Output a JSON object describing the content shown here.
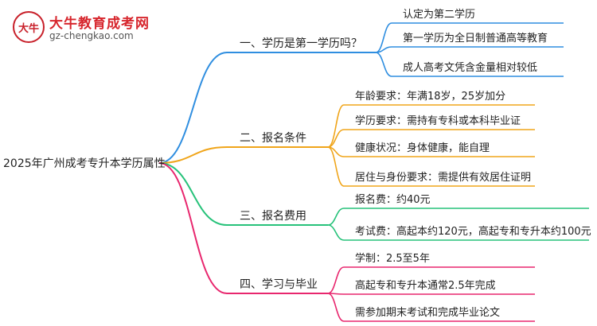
{
  "logo": {
    "mark": "大牛",
    "name": "大牛教育成考网",
    "domain": "gz-chengkao.com"
  },
  "root": "2025年广州成考专升本学历属性",
  "branches": [
    {
      "label": "一、学历是第一学历吗？",
      "color": "#2f8ee0",
      "leaves": [
        "认定为第二学历",
        "第一学历为全日制普通高等教育",
        "成人高考文凭含金量相对较低"
      ]
    },
    {
      "label": "二、报名条件",
      "color": "#f0a51a",
      "leaves": [
        "年龄要求：年满18岁，25岁加分",
        "学历要求：需持有专科或本科毕业证",
        "健康状况：身体健康，能自理",
        "居住与身份要求：需提供有效居住证明"
      ]
    },
    {
      "label": "三、报名费用",
      "color": "#27c27a",
      "leaves": [
        "报名费：约40元",
        "考试费：高起本约120元，高起专和专升本约100元"
      ]
    },
    {
      "label": "四、学习与毕业",
      "color": "#e8276e",
      "leaves": [
        "学制：2.5至5年",
        "高起专和专升本通常2.5年完成",
        "需参加期末考试和完成毕业论文"
      ]
    }
  ]
}
